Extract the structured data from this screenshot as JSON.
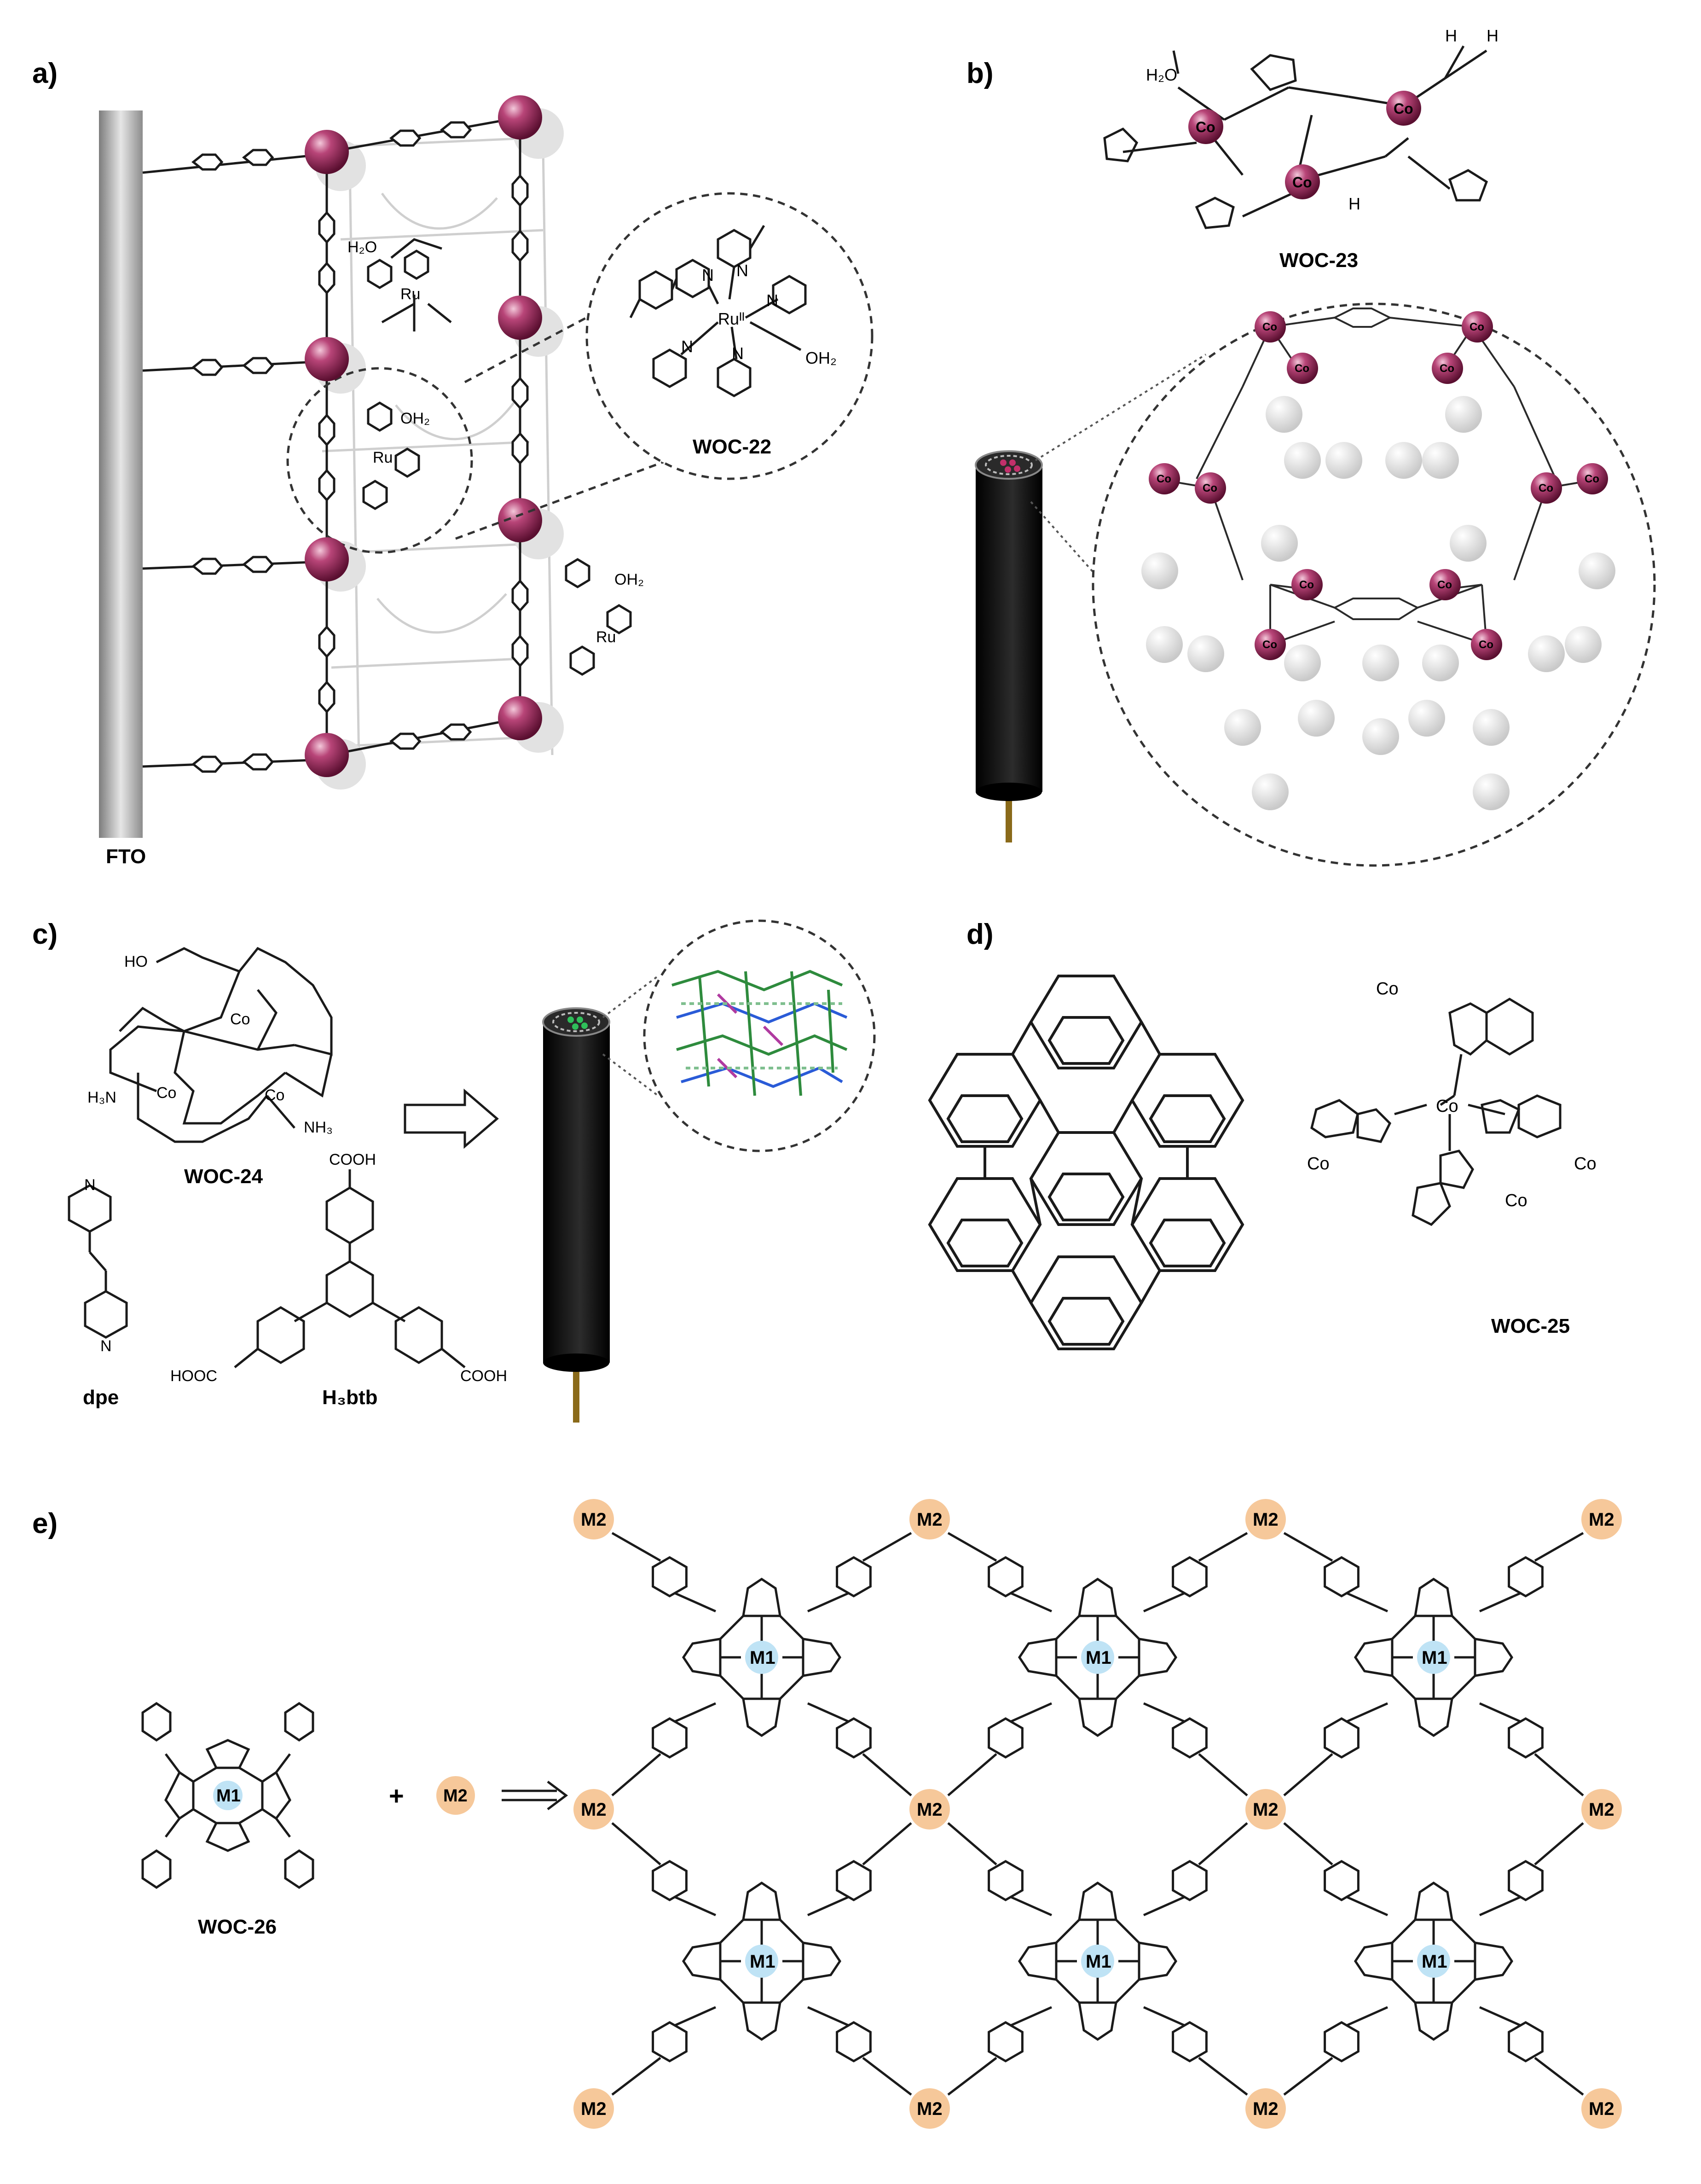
{
  "panels": {
    "a": "a)",
    "b": "b)",
    "c": "c)",
    "d": "d)",
    "e": "e)"
  },
  "captions": {
    "fto": "FTO",
    "woc22": "WOC-22",
    "woc23": "WOC-23",
    "woc24": "WOC-24",
    "woc25": "WOC-25",
    "woc26": "WOC-26",
    "dpe": "dpe",
    "h3btb": "H₃btb"
  },
  "atoms": {
    "co": "Co",
    "ru": "Ru",
    "ru_label": "Ruᴵᴵ",
    "m1": "M1",
    "m2": "M2",
    "n": "N",
    "oh2": "OH₂",
    "h2o": "H₂O",
    "h": "H",
    "nh3": "NH₃",
    "h3n": "H₃N",
    "ho": "HO",
    "cooh": "COOH",
    "hooc": "HOOC",
    "plus": "+"
  },
  "colors": {
    "metal_node": "#9b2b5c",
    "m2_node": "#f6c89a",
    "m1_node": "#bfe3f5",
    "electrode": "#1a1a1a",
    "electrode_rod": "#8a6a1a",
    "fto_bar": "#a8a8a8",
    "ghost": "#d8d8d8"
  }
}
